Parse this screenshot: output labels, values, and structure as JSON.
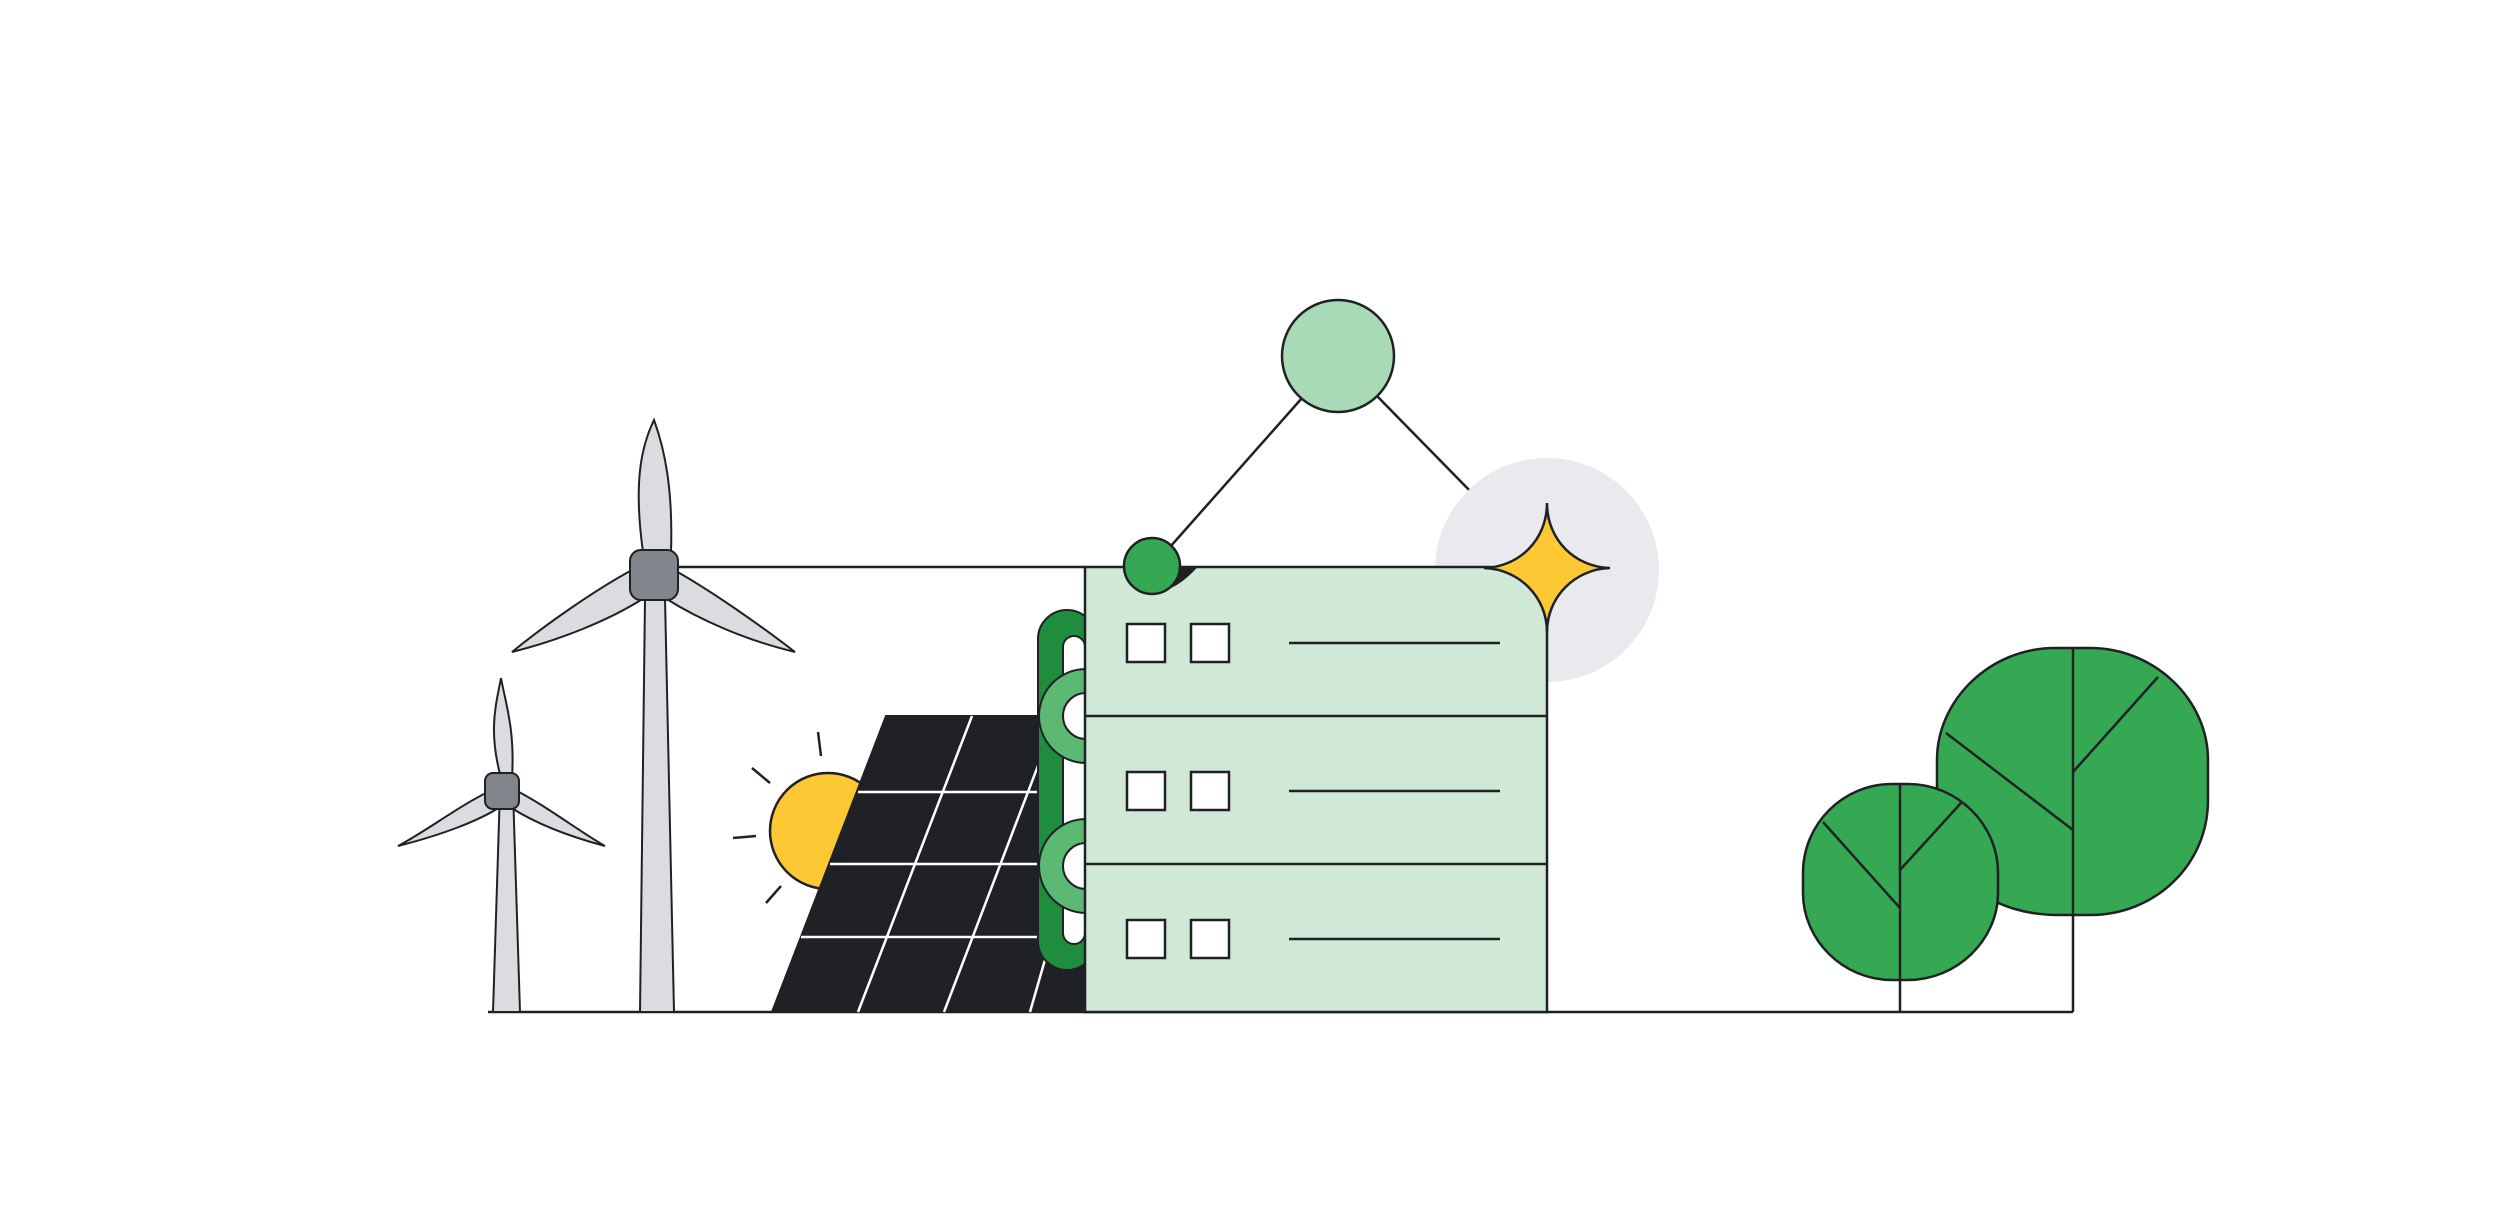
{
  "illustration": {
    "theme": "sustainable data center",
    "colors": {
      "background": "#ffffff",
      "outline": "#202124",
      "server_fill": "#cfe9d6",
      "node_light_green": "#a8dab5",
      "green": "#34a853",
      "dark_green": "#1e8e3e",
      "mid_green": "#5bb974",
      "sun_yellow": "#fcc934",
      "turbine_blade": "#dadce0",
      "turbine_hub": "#80868b",
      "solar_panel": "#202124",
      "halo_grey": "#e8eaed"
    },
    "icons": [
      "wind-turbine-icon",
      "sun-icon",
      "solar-panel-icon",
      "chain-link-icon",
      "server-rack-icon",
      "sparkle-icon",
      "tree-icon"
    ],
    "server_rack": {
      "units": 3,
      "indicator_squares_per_unit": 2
    },
    "wind_turbines": 2,
    "trees": 2
  }
}
